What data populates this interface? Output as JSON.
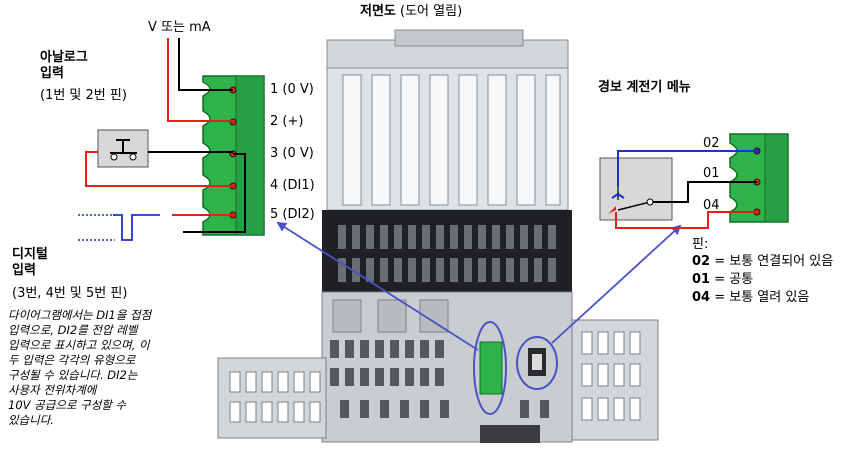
{
  "title_bold": "저면도",
  "title_rest": " (도어 열림)",
  "supply_label": "V 또는 mA",
  "analog": {
    "title_line1": "아날로그",
    "title_line2": "입력",
    "sub": "(1번 및 2번 핀)"
  },
  "digital": {
    "title_line1": "디지털",
    "title_line2": "입력",
    "sub": "(3번, 4번 및 5번 핀)"
  },
  "terminals": [
    "1 (0 V)",
    "2 (+)",
    "3 (0 V)",
    "4 (DI1)",
    "5 (DI2)"
  ],
  "note_lines": [
    "다이어그램에서는 DI1을 접점",
    "입력으로, DI2를 전압 레벨",
    "입력으로 표시하고 있으며, 이",
    "두 입력은 각각의 유형으로",
    "구성될 수 있습니다. DI2는",
    "사용자 전위차계에",
    "10V 공급으로 구성할 수",
    "있습니다."
  ],
  "relay": {
    "title": "경보 계전기 메뉴",
    "pins": [
      "02",
      "01",
      "04"
    ],
    "legend_title": "핀:",
    "legend": [
      {
        "pin": "02",
        "text": " = 보통 연결되어 있음"
      },
      {
        "pin": "01",
        "text": " = 공통"
      },
      {
        "pin": "04",
        "text": " = 보통 열려 있음"
      }
    ]
  },
  "colors": {
    "terminal_green": "#2db34a",
    "wire_red": "#e0201b",
    "wire_blue": "#1f2fd6",
    "pointer_blue": "#4a52c8",
    "housing_grey": "#c9ccd0"
  }
}
